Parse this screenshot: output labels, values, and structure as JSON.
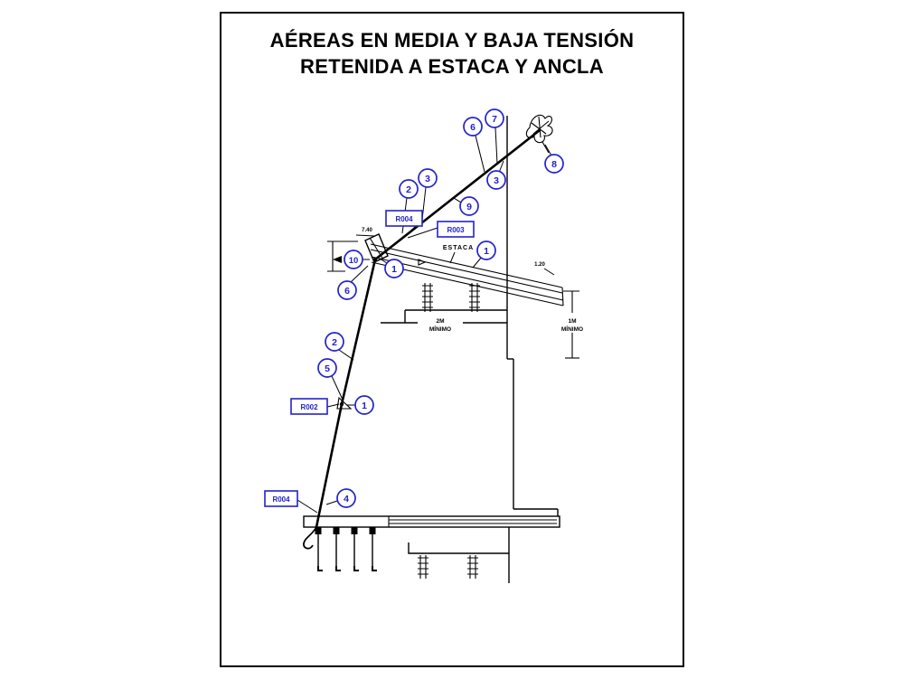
{
  "title": {
    "line1": "AÉREAS EN MEDIA Y BAJA TENSIÓN",
    "line2": "RETENIDA A ESTACA Y ANCLA"
  },
  "colors": {
    "callout_blue": "#2222cc",
    "ink": "#000000"
  },
  "labels": {
    "estaca": "ESTACA",
    "dim_pole_top": "7.40",
    "dim_stake_end": "1.20",
    "min_center_line1": "2M",
    "min_center_line2": "MÍNIMO",
    "min_right_line1": "1M",
    "min_right_line2": "MÍNIMO"
  },
  "ref_boxes": [
    {
      "code": "R004"
    },
    {
      "code": "R003"
    },
    {
      "code": "R002"
    },
    {
      "code": "R004"
    }
  ],
  "callouts": [
    {
      "n": "6"
    },
    {
      "n": "7"
    },
    {
      "n": "8"
    },
    {
      "n": "3"
    },
    {
      "n": "3"
    },
    {
      "n": "2"
    },
    {
      "n": "9"
    },
    {
      "n": "1"
    },
    {
      "n": "10"
    },
    {
      "n": "1"
    },
    {
      "n": "6"
    },
    {
      "n": "2"
    },
    {
      "n": "5"
    },
    {
      "n": "1"
    },
    {
      "n": "4"
    }
  ]
}
